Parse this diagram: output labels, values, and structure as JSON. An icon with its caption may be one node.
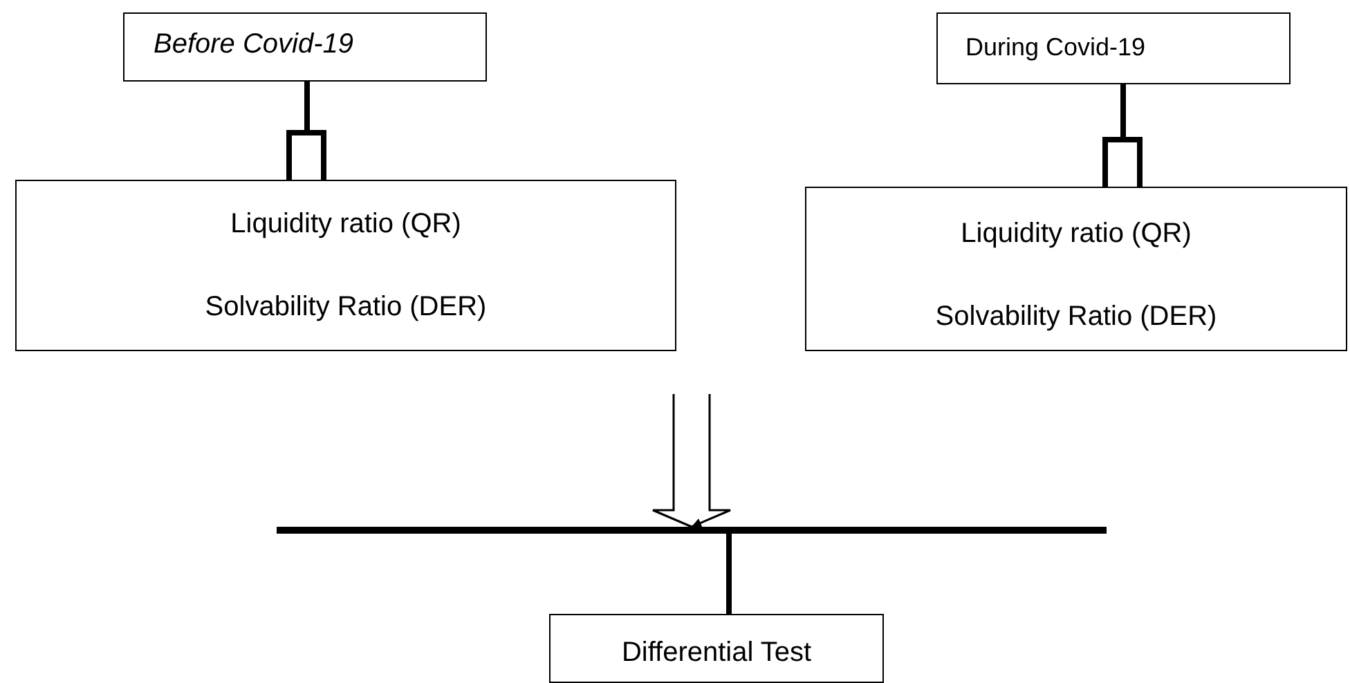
{
  "diagram": {
    "nodes": [
      {
        "text": [
          "Before Covid-19"
        ]
      },
      {
        "text": [
          "During Covid-19"
        ]
      },
      {
        "text": [
          "Liquidity ratio (QR)",
          "Solvability Ratio (DER)"
        ]
      },
      {
        "text": [
          "Liquidity ratio (QR)",
          "Solvability Ratio (DER)"
        ]
      },
      {
        "text": [],
        "shape": "bar"
      },
      {
        "text": [
          "Differential Test"
        ]
      }
    ],
    "edges": [
      {
        "from": 0,
        "to": 2,
        "arrow": "none"
      },
      {
        "from": 1,
        "to": 3,
        "arrow": "none"
      },
      {
        "from": null,
        "to": 4,
        "arrow": "to"
      },
      {
        "from": 4,
        "to": 5,
        "arrow": "none"
      }
    ]
  }
}
